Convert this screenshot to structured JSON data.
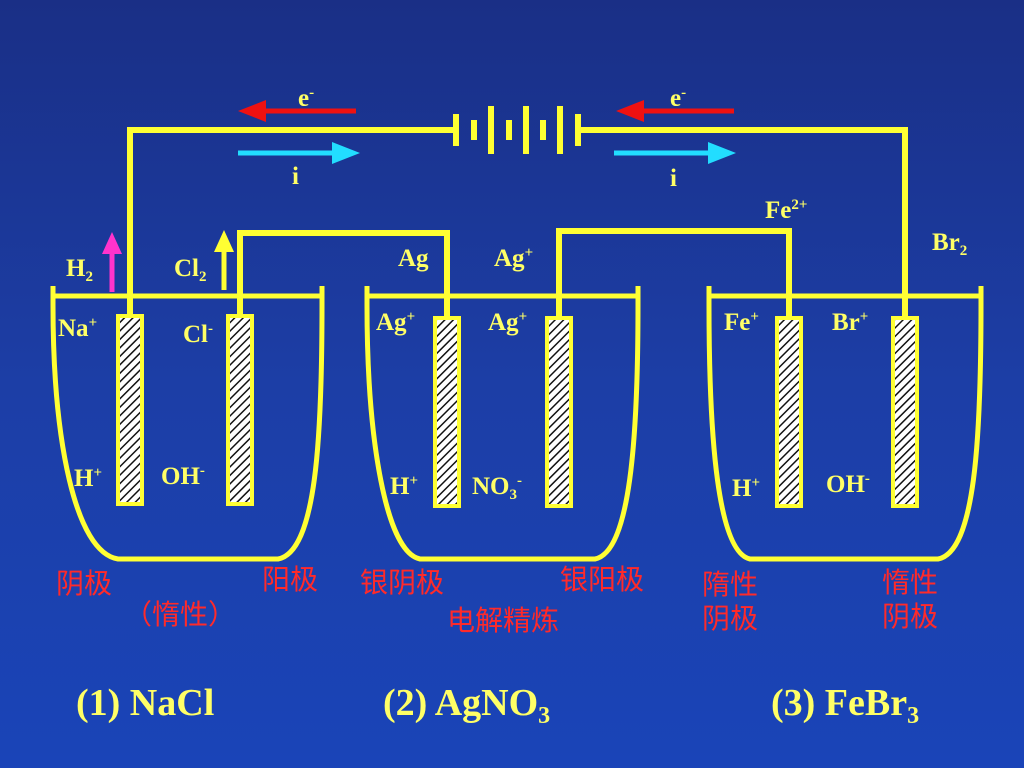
{
  "colors": {
    "wire": "#ffff33",
    "electron_arrow": "#ee1111",
    "current_arrow": "#22ddff",
    "label": "#ffff66",
    "annotation": "#ff2a2a",
    "h2_arrow": "#ff33cc"
  },
  "arrows": {
    "electron_symbol": "e",
    "electron_sup": "-",
    "current_symbol": "i"
  },
  "cell1": {
    "h2": {
      "main": "H",
      "sub": "2"
    },
    "cl2": {
      "main": "Cl",
      "sub": "2"
    },
    "na": {
      "main": "Na",
      "sup": "+"
    },
    "cl_ion": {
      "main": "Cl",
      "sup": "-"
    },
    "h": {
      "main": "H",
      "sup": "+"
    },
    "oh": {
      "main": "OH",
      "sup": "-"
    },
    "cathode_label": "阴极",
    "anode_label": "阳极",
    "inert_note": "（惰性）",
    "caption": {
      "main": "(1) NaCl"
    }
  },
  "cell2": {
    "ag_metal": "Ag",
    "ag_ion_top": {
      "main": "Ag",
      "sup": "+"
    },
    "ag_left": {
      "main": "Ag",
      "sup": "+"
    },
    "ag_right": {
      "main": "Ag",
      "sup": "+"
    },
    "h": {
      "main": "H",
      "sup": "+"
    },
    "no3": {
      "main": "NO",
      "sub": "3",
      "sup": "-"
    },
    "cathode_label": "银阴极",
    "anode_label": "银阳极",
    "process_label": "电解精炼",
    "caption": {
      "main": "(2) AgNO",
      "sub": "3"
    }
  },
  "cell3": {
    "fe2": {
      "main": "Fe",
      "sup": "2+"
    },
    "br2": {
      "main": "Br",
      "sub": "2"
    },
    "fe_ion": {
      "main": "Fe",
      "sup": "+"
    },
    "br_ion": {
      "main": "Br",
      "sup": "+"
    },
    "h": {
      "main": "H",
      "sup": "+"
    },
    "oh": {
      "main": "OH",
      "sup": "-"
    },
    "cathode_label_1": "隋性",
    "cathode_label_2": "阴极",
    "anode_label_1": "惰性",
    "anode_label_2": "阴极",
    "caption": {
      "main": "(3) FeBr",
      "sub": "3"
    }
  }
}
